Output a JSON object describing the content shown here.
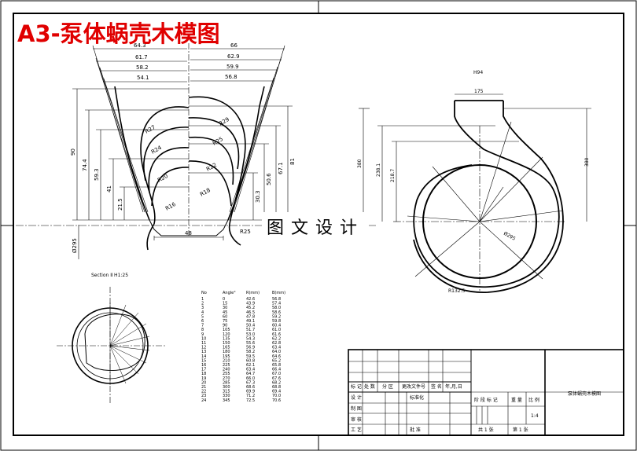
{
  "title": "A3-泵体蜗壳木模图",
  "watermark": "图文设计",
  "left_view": {
    "top_dims_left": [
      "64.3",
      "61.7",
      "58.2",
      "54.1"
    ],
    "top_dims_right": [
      "66",
      "62.9",
      "59.9",
      "56.8"
    ],
    "vert_dims_left": [
      "90",
      "74.4",
      "59.3",
      "41",
      "21.5"
    ],
    "vert_dims_right": [
      "81",
      "67.1",
      "50.6",
      "30.3"
    ],
    "radii_left": [
      "R27",
      "R24",
      "R20",
      "R16"
    ],
    "radii_right": [
      "R29",
      "R25",
      "R22",
      "R18"
    ],
    "bottom_dim": "48",
    "side_label": "Ø295",
    "right_small": "R25"
  },
  "right_view": {
    "top_width": "175",
    "label_top": "H94",
    "dims_left": [
      "380",
      "238.1",
      "218.7"
    ],
    "dims_right": [
      "380"
    ],
    "diam": "Ø295",
    "base_r": "R132.5"
  },
  "section_label": "Section Ⅱ  H1:25",
  "table": {
    "headers": [
      "No",
      "Angle°",
      "R(mm)",
      "B(mm)"
    ],
    "rows": [
      [
        "1",
        "0",
        "42.6",
        "56.8"
      ],
      [
        "2",
        "15",
        "43.9",
        "57.4"
      ],
      [
        "3",
        "30",
        "45.2",
        "58.0"
      ],
      [
        "4",
        "45",
        "46.5",
        "58.6"
      ],
      [
        "5",
        "60",
        "47.8",
        "59.2"
      ],
      [
        "6",
        "75",
        "49.1",
        "59.8"
      ],
      [
        "7",
        "90",
        "50.4",
        "60.4"
      ],
      [
        "8",
        "105",
        "51.7",
        "61.0"
      ],
      [
        "9",
        "120",
        "53.0",
        "61.6"
      ],
      [
        "10",
        "135",
        "54.3",
        "62.2"
      ],
      [
        "11",
        "150",
        "55.6",
        "62.8"
      ],
      [
        "12",
        "165",
        "56.9",
        "63.4"
      ],
      [
        "13",
        "180",
        "58.2",
        "64.0"
      ],
      [
        "14",
        "195",
        "59.5",
        "64.6"
      ],
      [
        "15",
        "210",
        "60.8",
        "65.2"
      ],
      [
        "16",
        "225",
        "62.1",
        "65.8"
      ],
      [
        "17",
        "240",
        "63.4",
        "66.4"
      ],
      [
        "18",
        "255",
        "64.7",
        "67.0"
      ],
      [
        "19",
        "270",
        "66.0",
        "67.6"
      ],
      [
        "20",
        "285",
        "67.3",
        "68.2"
      ],
      [
        "21",
        "300",
        "68.6",
        "68.8"
      ],
      [
        "22",
        "315",
        "69.9",
        "69.4"
      ],
      [
        "23",
        "330",
        "71.2",
        "70.0"
      ],
      [
        "24",
        "345",
        "72.5",
        "70.6"
      ]
    ]
  },
  "title_block": {
    "row_labels": [
      "标 记",
      "处 数",
      "分 区",
      "更改文件号",
      "签 名",
      "年,月,日"
    ],
    "design": "设 计",
    "standard": "标准化",
    "drawn": "制 图",
    "check": "审 核",
    "process": "工 艺",
    "approve": "批 准",
    "stage": "阶 段 标 记",
    "weight": "重 量",
    "scale_label": "比 例",
    "scale": "1:4",
    "sheets_total": "共 1 张",
    "sheet_no": "第 1 张",
    "drawing_name": "泵体蜗壳木模图"
  }
}
